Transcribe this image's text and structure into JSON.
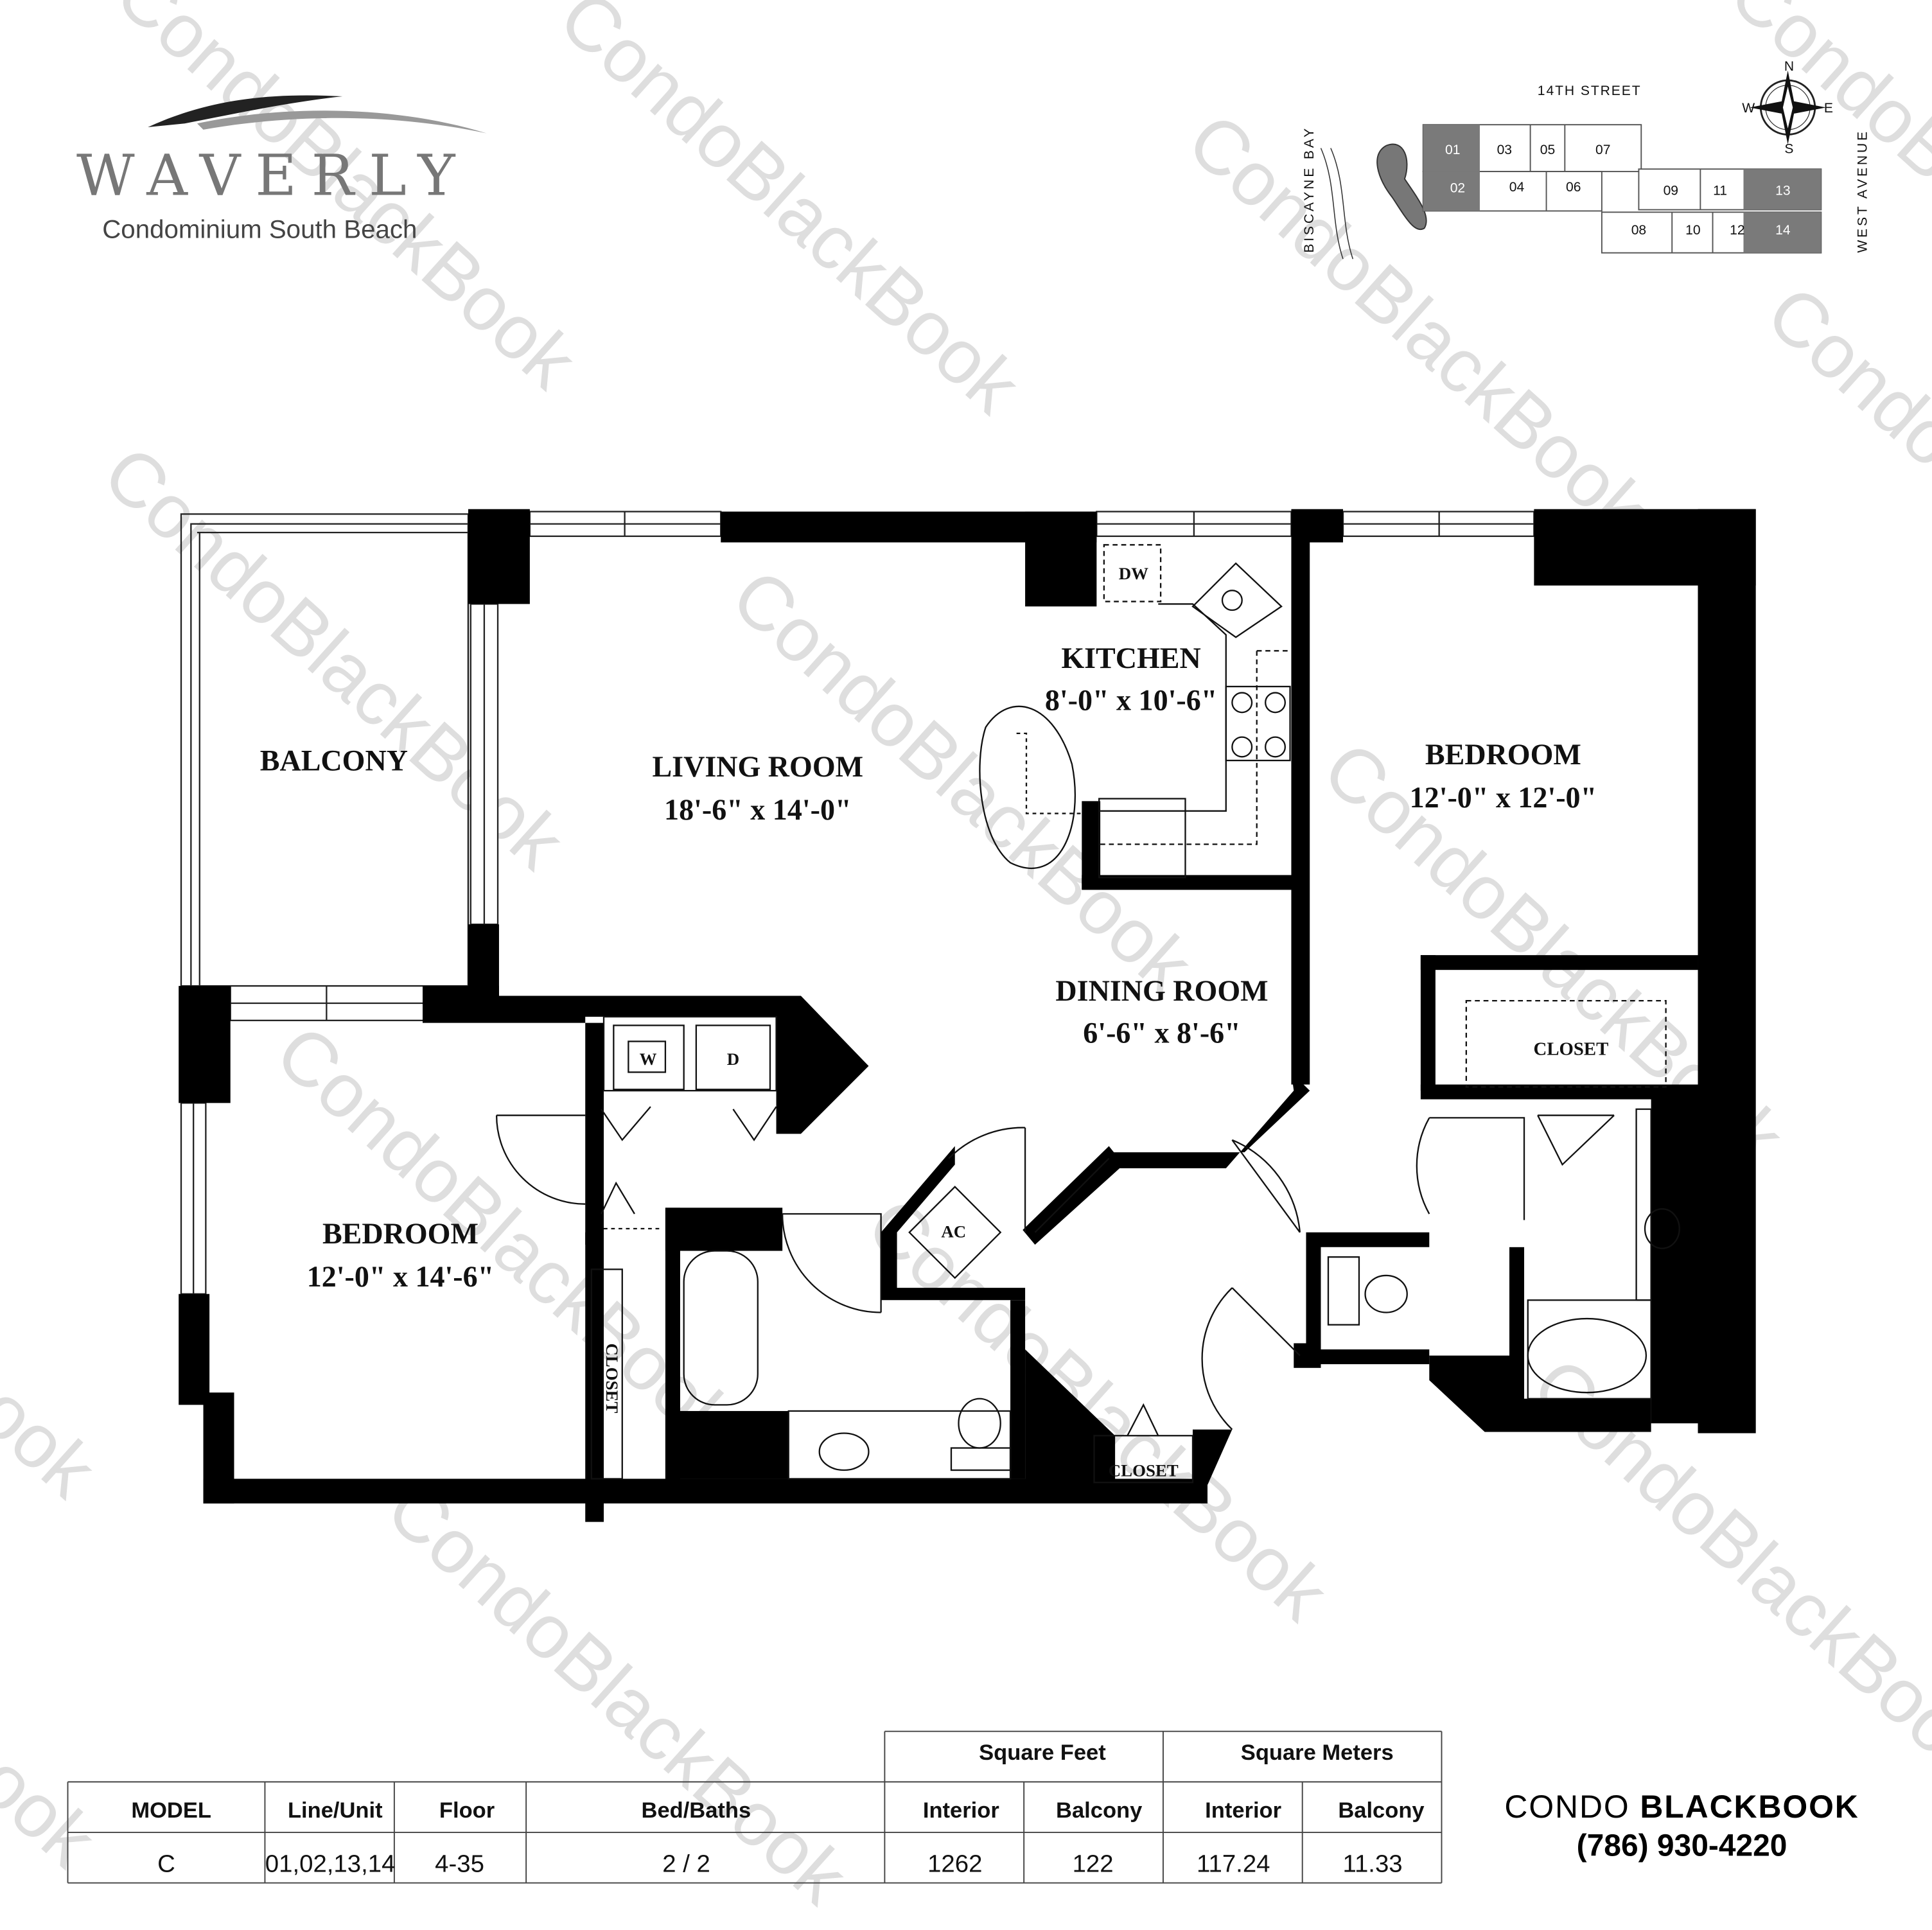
{
  "logo": {
    "name": "WAVERLY",
    "subtitle": "Condominium South Beach"
  },
  "key_plan": {
    "street_top": "14TH STREET",
    "street_left": "BISCAYNE BAY",
    "street_right": "WEST AVENUE",
    "compass": {
      "n": "N",
      "s": "S",
      "e": "E",
      "w": "W"
    },
    "units": [
      "01",
      "02",
      "03",
      "04",
      "05",
      "06",
      "07",
      "08",
      "09",
      "10",
      "11",
      "12",
      "13",
      "14"
    ],
    "highlighted_units": [
      "01",
      "02",
      "13",
      "14"
    ],
    "highlight_color": "#7a7a7a"
  },
  "rooms": {
    "balcony": {
      "name": "BALCONY"
    },
    "living": {
      "name": "LIVING ROOM",
      "size": "18'-6\" x 14'-0\""
    },
    "kitchen": {
      "name": "KITCHEN",
      "size": "8'-0\" x 10'-6\""
    },
    "dining": {
      "name": "DINING ROOM",
      "size": "6'-6\" x 8'-6\""
    },
    "bedroom1": {
      "name": "BEDROOM",
      "size": "12'-0\" x 12'-0\""
    },
    "bedroom2": {
      "name": "BEDROOM",
      "size": "12'-0\" x 14'-6\""
    },
    "closet_master": "CLOSET",
    "closet_bed2": "CLOSET",
    "closet_entry": "CLOSET",
    "dw": "DW",
    "washer": "W",
    "dryer": "D",
    "ac": "AC"
  },
  "table": {
    "group_headers": [
      "Square Feet",
      "Square Meters"
    ],
    "headers": [
      "MODEL",
      "Line/Unit",
      "Floor",
      "Bed/Baths",
      "Interior",
      "Balcony",
      "Interior",
      "Balcony"
    ],
    "row": [
      "C",
      "01,02,13,14",
      "4-35",
      "2 / 2",
      "1262",
      "122",
      "117.24",
      "11.33"
    ]
  },
  "brand": {
    "name_light": "CONDO ",
    "name_bold": "BLACKBOOK",
    "phone": "(786) 930-4220"
  },
  "watermark": "CondoBlackBook"
}
